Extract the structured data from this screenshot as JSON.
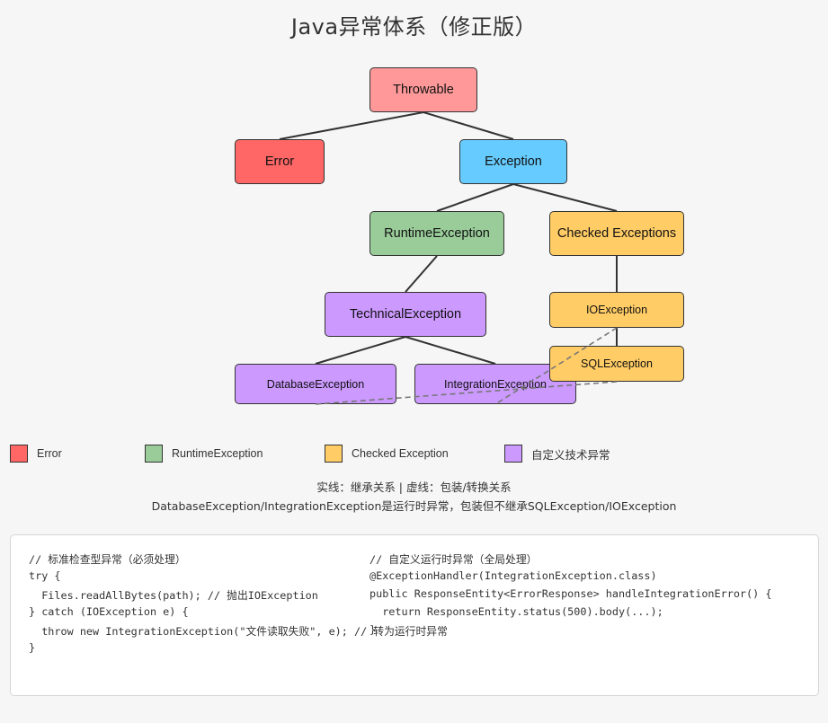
{
  "title": "Java异常体系（修正版）",
  "nodes": {
    "throwable": "Throwable",
    "error": "Error",
    "exception": "Exception",
    "runtime": "RuntimeException",
    "checked": "Checked Exceptions",
    "technical": "TechnicalException",
    "ioexception": "IOException",
    "sqlexception": "SQLException",
    "database": "DatabaseException",
    "integration": "IntegrationException"
  },
  "colors": {
    "throwable": "#ff9999",
    "error": "#ff6666",
    "exception": "#66ccff",
    "runtime": "#99cc99",
    "checked": "#ffcc66",
    "custom": "#cc99ff"
  },
  "legend": [
    {
      "label": "Error",
      "color": "#ff6666"
    },
    {
      "label": "RuntimeException",
      "color": "#99cc99"
    },
    {
      "label": "Checked Exception",
      "color": "#ffcc66"
    },
    {
      "label": "自定义技术异常",
      "color": "#cc99ff"
    }
  ],
  "notes": {
    "line1": "实线：继承关系 | 虚线：包装/转换关系",
    "line2": "DatabaseException/IntegrationException是运行时异常，包装但不继承SQLException/IOException"
  },
  "code": {
    "left": [
      "// 标准检查型异常（必须处理）",
      "try {",
      "  Files.readAllBytes(path); // 抛出IOException",
      "} catch (IOException e) {",
      "  throw new IntegrationException(\"文件读取失败\", e); // 转为运行时异常",
      "}"
    ],
    "right": [
      "// 自定义运行时异常（全局处理）",
      "@ExceptionHandler(IntegrationException.class)",
      "public ResponseEntity<ErrorResponse> handleIntegrationError() {",
      "  return ResponseEntity.status(500).body(...);",
      "}"
    ]
  }
}
